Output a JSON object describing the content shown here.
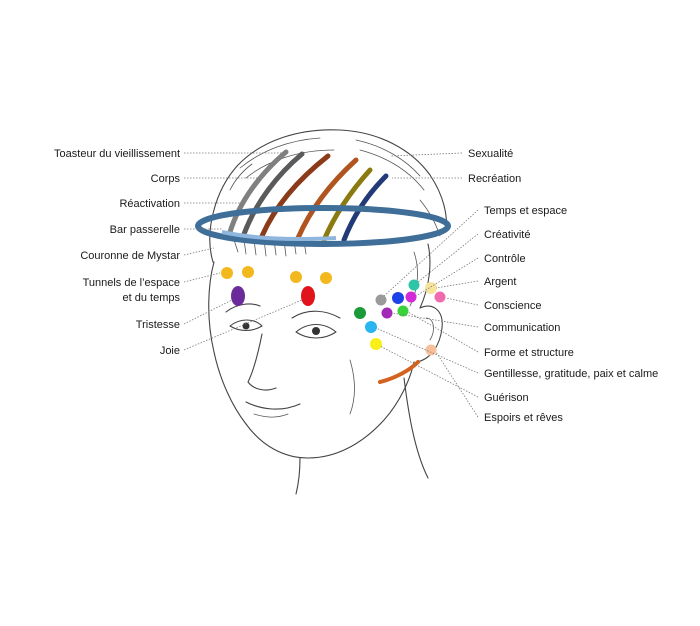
{
  "labels_left": [
    "Toasteur du vieillissement",
    "Corps",
    "Réactivation",
    "Bar passerelle",
    "Couronne de Mystar",
    "Tunnels de l’espace",
    "et du temps",
    "Tristesse",
    "Joie"
  ],
  "labels_right": [
    "Sexualité",
    "Recréation",
    "Temps et espace",
    "Créativité",
    "Contrôle",
    "Argent",
    "Conscience",
    "Communication",
    "Forme et structure",
    "Gentillesse, gratitude, paix et calme",
    "Guérison",
    "Espoirs et rêves"
  ],
  "icons": {
    "head": "head-sketch-icon",
    "crown": "crown-band-icon"
  },
  "colors": {
    "crown_band": "#3f6e99",
    "bar_passerelle": "#8fb6dc",
    "strip_gray": "#808080",
    "strip_gray_dark": "#5a5a5a",
    "strip_brown": "#8b3a1a",
    "strip_orange": "#b0551f",
    "strip_olive": "#8a7a10",
    "strip_navy": "#233a78",
    "dot_yellow_orange": "#f3b81e",
    "dot_purple": "#6b2b9b",
    "dot_red": "#e0141a",
    "dot_gray": "#9a9a9a",
    "dot_teal": "#2dc5a8",
    "dot_blue": "#1c43e8",
    "dot_magenta": "#d22ad8",
    "dot_light_yellow": "#f6e39c",
    "dot_pink": "#f06ab0",
    "dot_dark_green": "#1b9a3a",
    "dot_violet": "#a32ab8",
    "dot_bright_green": "#38d33a",
    "dot_sky": "#29b6f0",
    "dot_yellow": "#f9f01a",
    "dot_peach": "#f7bf9a",
    "neck_band": "#d4621f"
  }
}
